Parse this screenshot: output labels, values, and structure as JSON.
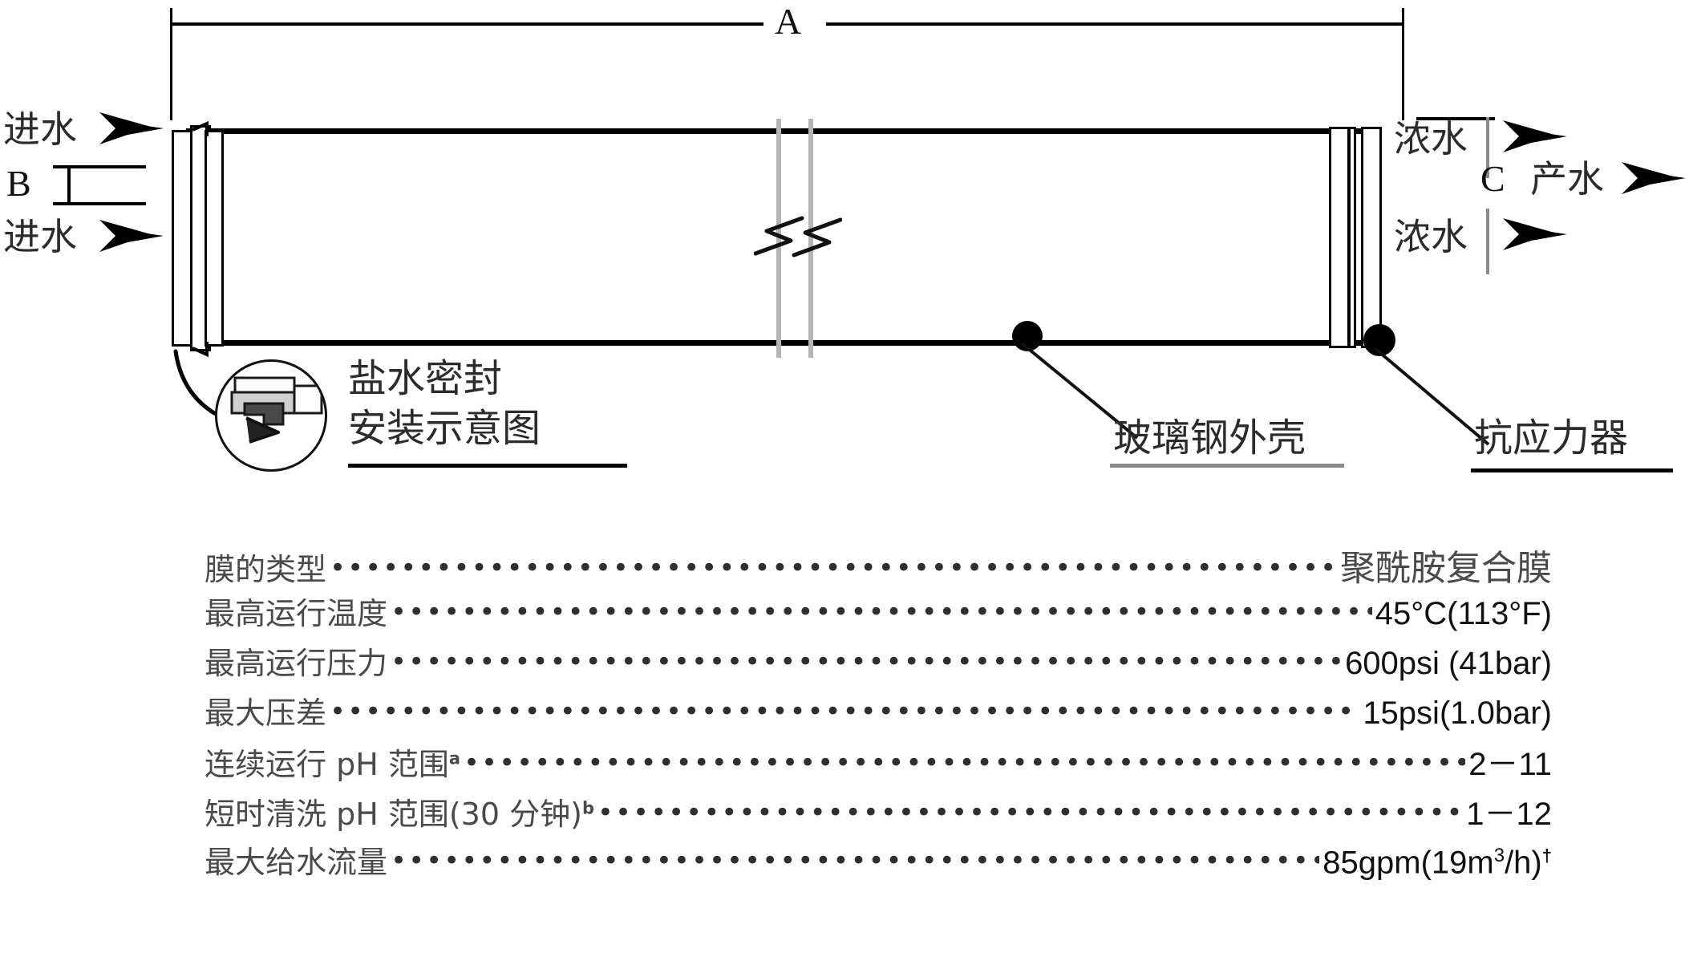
{
  "diagram": {
    "dimension_labels": {
      "a": "A",
      "b": "B",
      "c": "C"
    },
    "flow_labels": {
      "feed_top": "进水",
      "feed_bottom": "进水",
      "concentrate_top": "浓水",
      "concentrate_bottom": "浓水",
      "permeate": "产水"
    },
    "callouts": [
      {
        "name": "brine-seal",
        "line1": "盐水密封",
        "line2": "安装示意图"
      },
      {
        "name": "frp-shell",
        "text": "玻璃钢外壳"
      },
      {
        "name": "anti-telescoping-device",
        "text": "抗应力器"
      }
    ]
  },
  "specs": {
    "rows": [
      {
        "label": "膜的类型",
        "value": "聚酰胺复合膜",
        "value_cjk": true
      },
      {
        "label": "最高运行温度",
        "value": "45°C(113°F)",
        "value_cjk": false
      },
      {
        "label": "最高运行压力",
        "value": "600psi (41bar)",
        "value_cjk": false
      },
      {
        "label": "最大压差 ",
        "value": "15psi(1.0bar)",
        "value_cjk": false
      },
      {
        "label": "连续运行 pH 范围",
        "sup": "a",
        "value": "2－11",
        "value_cjk": false
      },
      {
        "label": "短时清洗 pH 范围(30 分钟)",
        "sup": "b",
        "value": "1－12",
        "value_cjk": false
      },
      {
        "label": "最大给水流量",
        "value": "85gpm(19m3/h)†",
        "value_cjk": false,
        "value_html": "85gpm(19m<sup class=\"supnum\">3</sup>/h)<sup class=\"sup\">†</sup>"
      }
    ],
    "leader_dots": "••••••••••••••••••••••••••••••••••••••••••••••••••••••••••••••••••••••••••••••••••••••••••••••••••••••••••••••••••••••••"
  },
  "colors": {
    "ink": "#000000",
    "cjk_text": "#4a4a4a",
    "gray_rule": "#8a8a8a",
    "background": "#ffffff"
  }
}
